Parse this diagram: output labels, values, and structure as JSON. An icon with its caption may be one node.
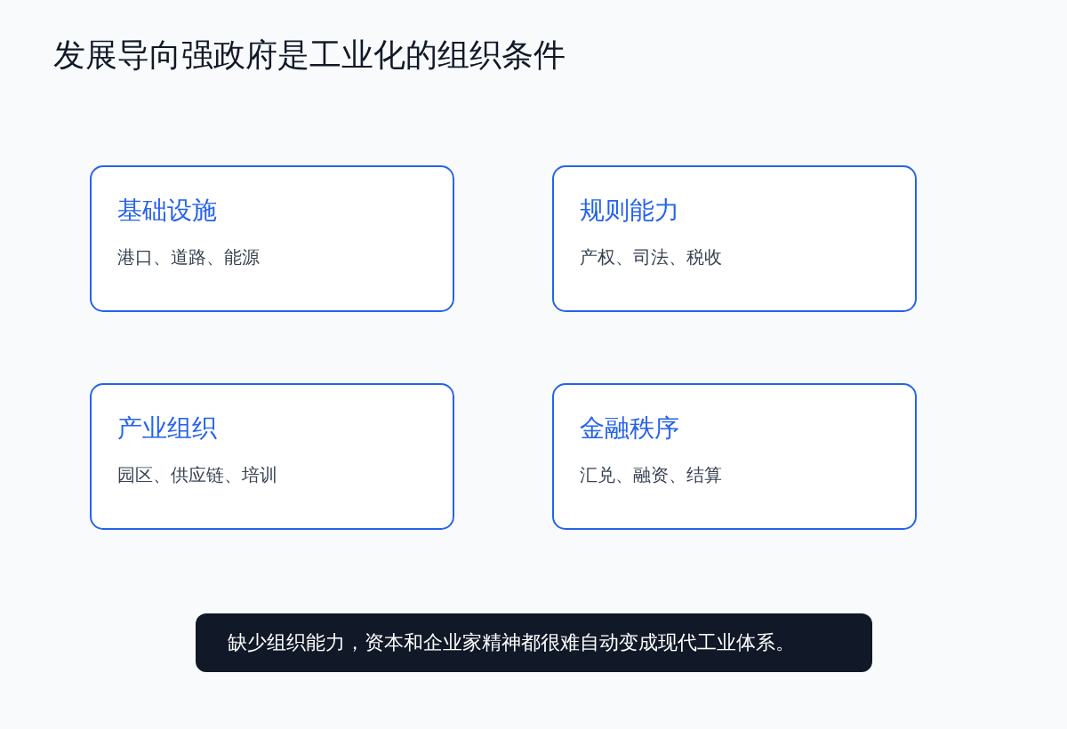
{
  "diagram": {
    "title": "发展导向强政府是工业化的组织条件",
    "nodes": [
      {
        "text": [
          "基础设施",
          "港口、道路、能源"
        ]
      },
      {
        "text": [
          "规则能力",
          "产权、司法、税收"
        ]
      },
      {
        "text": [
          "产业组织",
          "园区、供应链、培训"
        ]
      },
      {
        "text": [
          "金融秩序",
          "汇兑、融资、结算"
        ]
      },
      {
        "text": [
          "缺少组织能力，资本和企业家精神都很难自动变成现代工业体系。"
        ]
      }
    ]
  }
}
